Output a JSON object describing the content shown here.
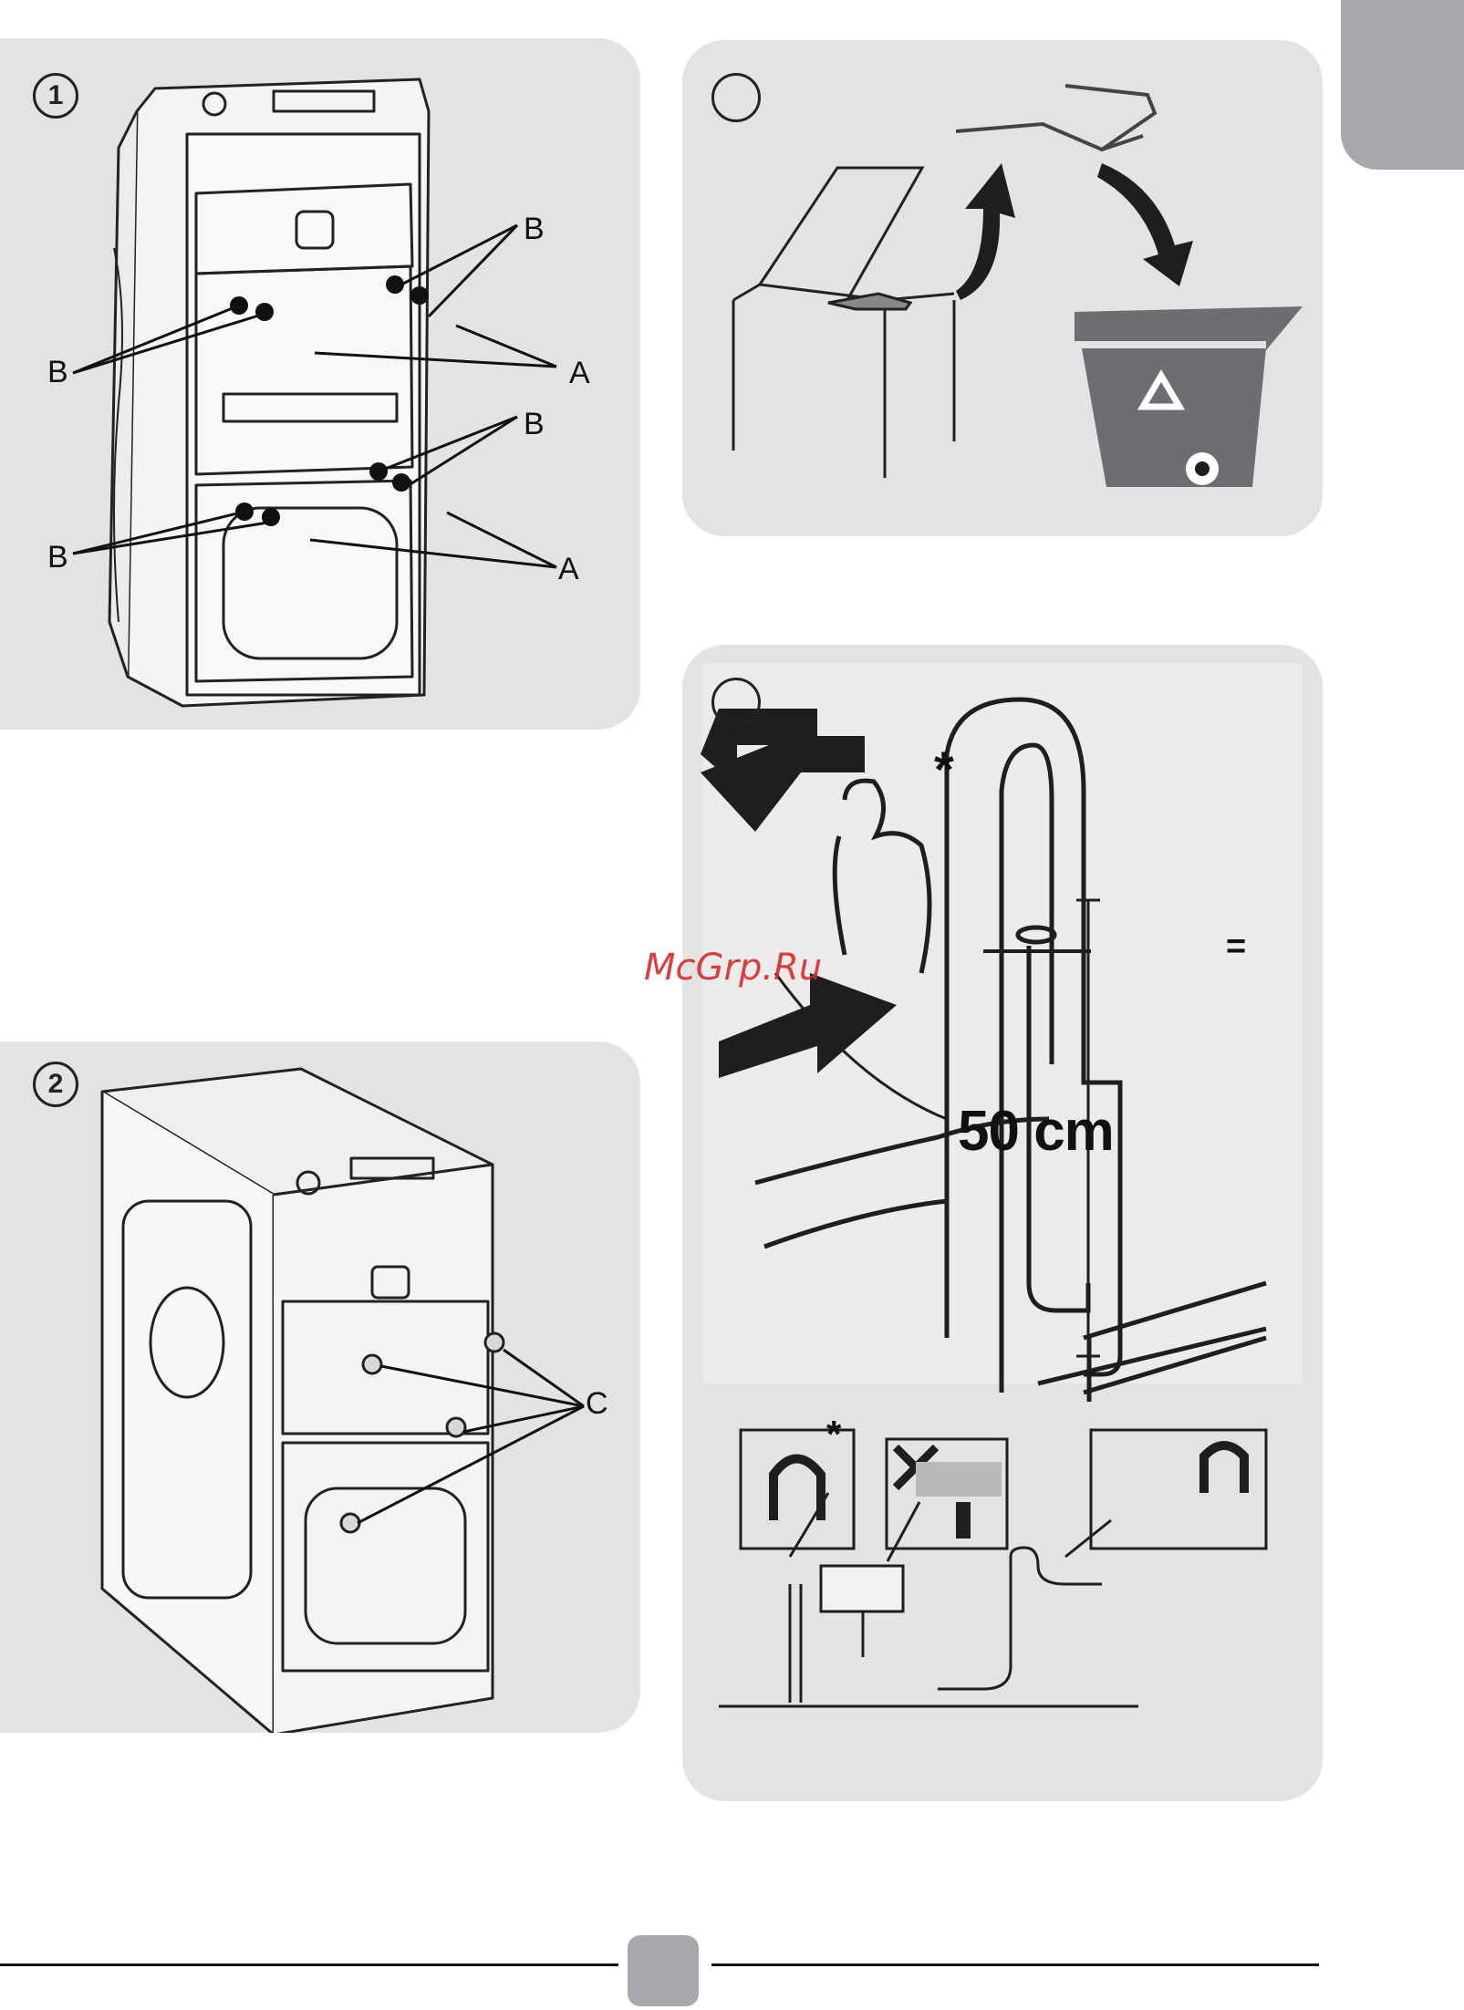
{
  "steps": {
    "one": "1",
    "two": "2"
  },
  "fig1": {
    "label_b_top": "B",
    "label_b_left": "B",
    "label_a_mid": "A",
    "label_b_mid": "B",
    "label_b_left2": "B",
    "label_a_low": "A"
  },
  "fig2": {
    "label_c": "C"
  },
  "hose": {
    "asterisk": "*",
    "height_label": "50 cm",
    "equal_sign": "=",
    "small_asterisk": "*"
  },
  "watermark": "McGrp.Ru",
  "colors": {
    "panel": "#e3e3e4",
    "tab": "#a7a8ab",
    "bin": "#6d6e71",
    "arrow": "#1e1e1e"
  },
  "icons": [
    "recycle-icon",
    "cross-icon",
    "arrow-icon"
  ]
}
